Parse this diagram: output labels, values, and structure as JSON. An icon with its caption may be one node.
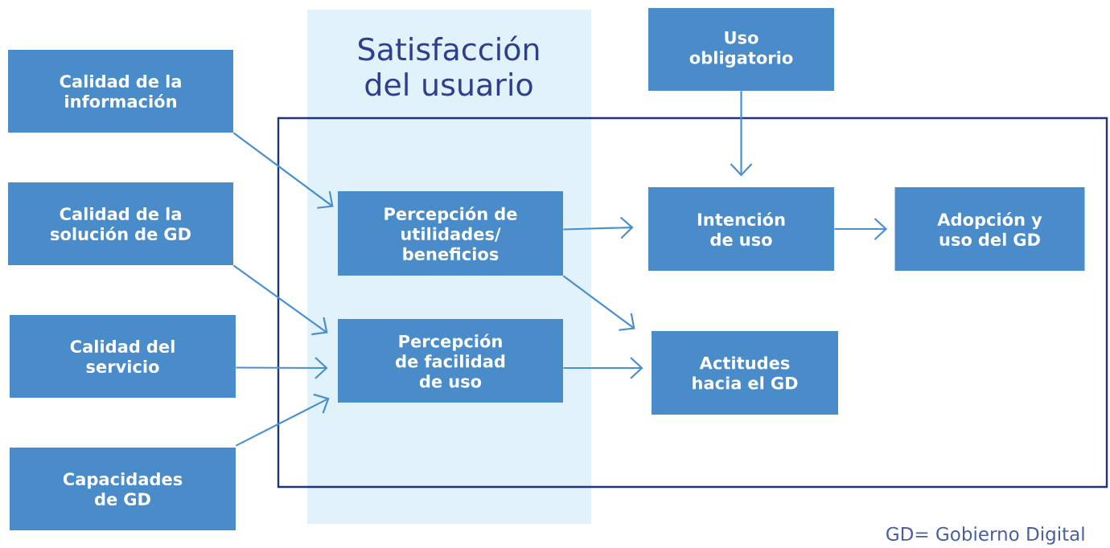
{
  "diagram": {
    "nodes": [
      {
        "text": [
          "Calidad de la información"
        ]
      },
      {
        "text": [
          "Calidad de la solución de GD"
        ]
      },
      {
        "text": [
          "Calidad del servicio"
        ]
      },
      {
        "text": [
          "Capacidades de GD"
        ]
      },
      {
        "text": [],
        "shape": "box"
      },
      {
        "text": [
          "Uso obligatorio"
        ]
      },
      {
        "text": [
          "Percepción de utilidades/ beneficios"
        ],
        "in": 4
      },
      {
        "text": [
          "Percepción de facilidad de uso"
        ],
        "in": 4
      },
      {
        "text": [
          "Intención de uso"
        ],
        "in": 4
      },
      {
        "text": [
          "Adopción y uso del GD"
        ],
        "in": 4
      },
      {
        "text": [
          "Actitudes hacia el GD"
        ],
        "in": 4
      }
    ],
    "edges": [
      {
        "from": 0,
        "to": 6,
        "arrow": "to"
      },
      {
        "from": 1,
        "to": 7,
        "arrow": "to"
      },
      {
        "from": 2,
        "to": 7,
        "arrow": "to"
      },
      {
        "from": 3,
        "to": 7,
        "arrow": "to"
      },
      {
        "from": 5,
        "to": 8,
        "arrow": "to"
      },
      {
        "from": 6,
        "to": 8,
        "arrow": "to"
      },
      {
        "from": 6,
        "to": 10,
        "arrow": "to"
      },
      {
        "from": 7,
        "to": 10,
        "arrow": "to"
      },
      {
        "from": 8,
        "to": 9,
        "arrow": "to"
      }
    ],
    "labels": [
      "Satisfacción del usuario",
      "GD= Gobierno Digital"
    ]
  }
}
